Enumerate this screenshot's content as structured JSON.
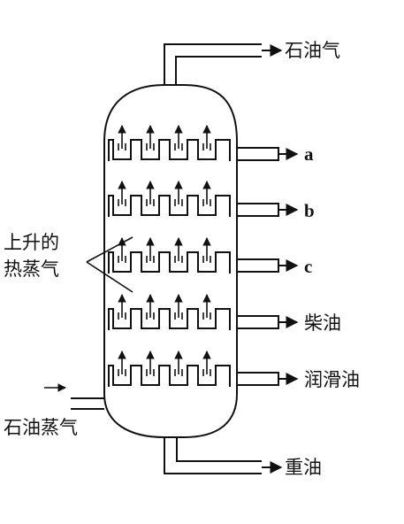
{
  "outlets": {
    "top": "石油气",
    "a": "a",
    "b": "b",
    "c": "c",
    "diesel": "柴油",
    "lubricant": "润滑油",
    "bottom": "重油"
  },
  "inlet": "石油蒸气",
  "rising_vapor": {
    "line1": "上升的",
    "line2": "热蒸气"
  },
  "tray_count": 5,
  "caps_per_tray": 4
}
